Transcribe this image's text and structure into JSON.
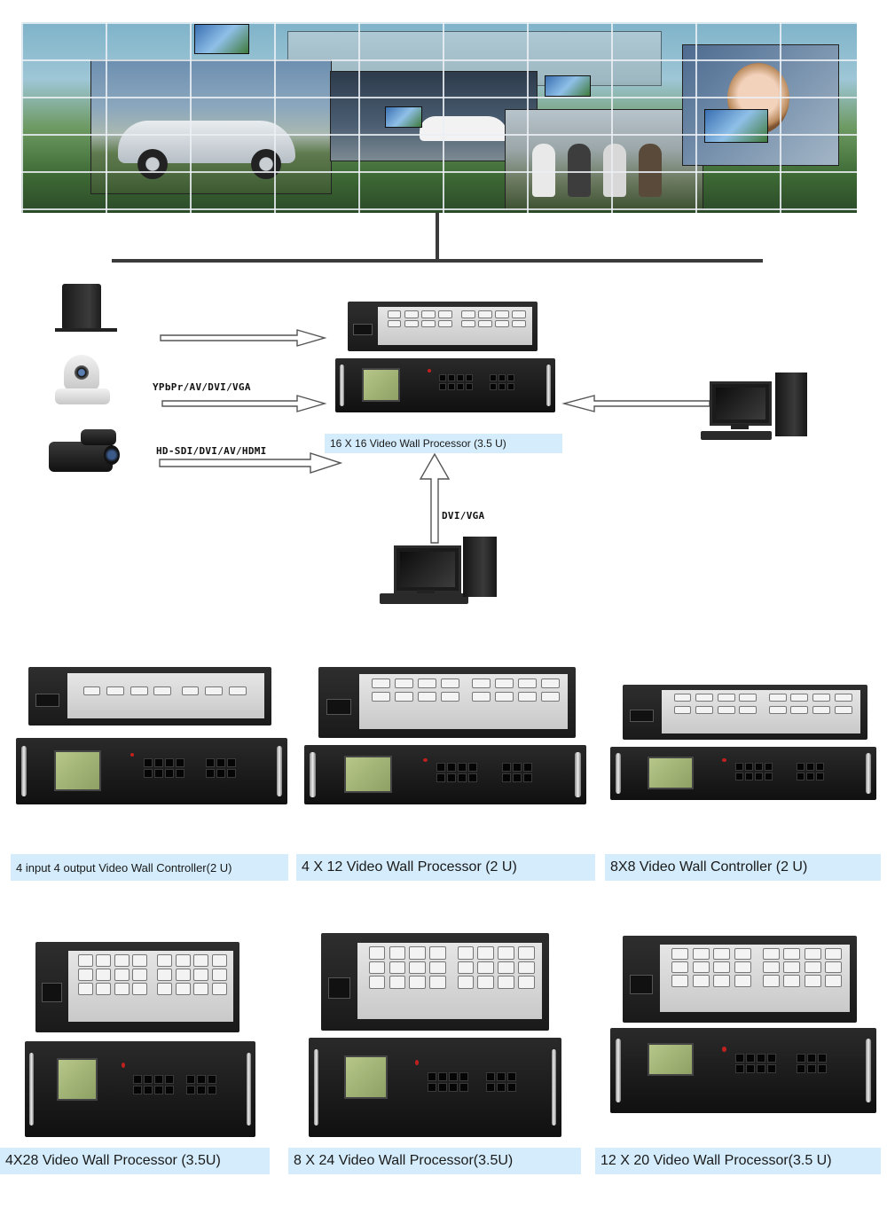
{
  "diagram": {
    "center_processor_caption": "16 X 16 Video Wall Processor (3.5 U)",
    "signal_labels": {
      "camera_input": "YPbPr/AV/DVI/VGA",
      "camcorder_input": "HD-SDI/DVI/AV/HDMI",
      "pc_input": "DVI/VGA"
    },
    "icons": [
      "server-icon",
      "ptz-camera-icon",
      "camcorder-icon",
      "desktop-pc-icon",
      "arrow-icon"
    ]
  },
  "products": [
    {
      "caption": "4 input 4 output Video Wall Controller(2 U)"
    },
    {
      "caption": "4 X 12 Video Wall Processor (2 U)"
    },
    {
      "caption": "8X8 Video Wall Controller (2 U)"
    },
    {
      "caption": "4X28 Video Wall Processor (3.5U)"
    },
    {
      "caption": "8 X 24 Video Wall Processor(3.5U)"
    },
    {
      "caption": "12 X 20 Video Wall Processor(3.5 U)"
    }
  ],
  "colors": {
    "caption_bg": "#d4ecfb",
    "device_dark": "#1a1a1a",
    "panel_light": "#dcdcdc"
  }
}
